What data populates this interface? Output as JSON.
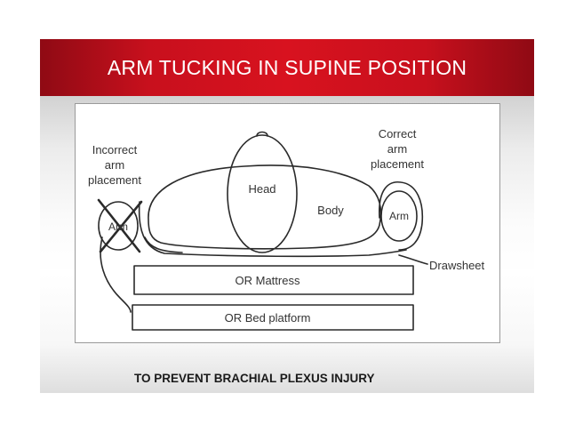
{
  "slide": {
    "title": "ARM TUCKING IN SUPINE POSITION",
    "caption": "TO PREVENT BRACHIAL PLEXUS INJURY"
  },
  "diagram": {
    "incorrect_label": [
      "Incorrect",
      "arm",
      "placement"
    ],
    "correct_label": [
      "Correct",
      "arm",
      "placement"
    ],
    "head": "Head",
    "body": "Body",
    "arm_correct": "Arm",
    "arm_incorrect": "Arm",
    "drawsheet": "Drawsheet",
    "mattress": "OR Mattress",
    "platform": "OR Bed platform"
  }
}
